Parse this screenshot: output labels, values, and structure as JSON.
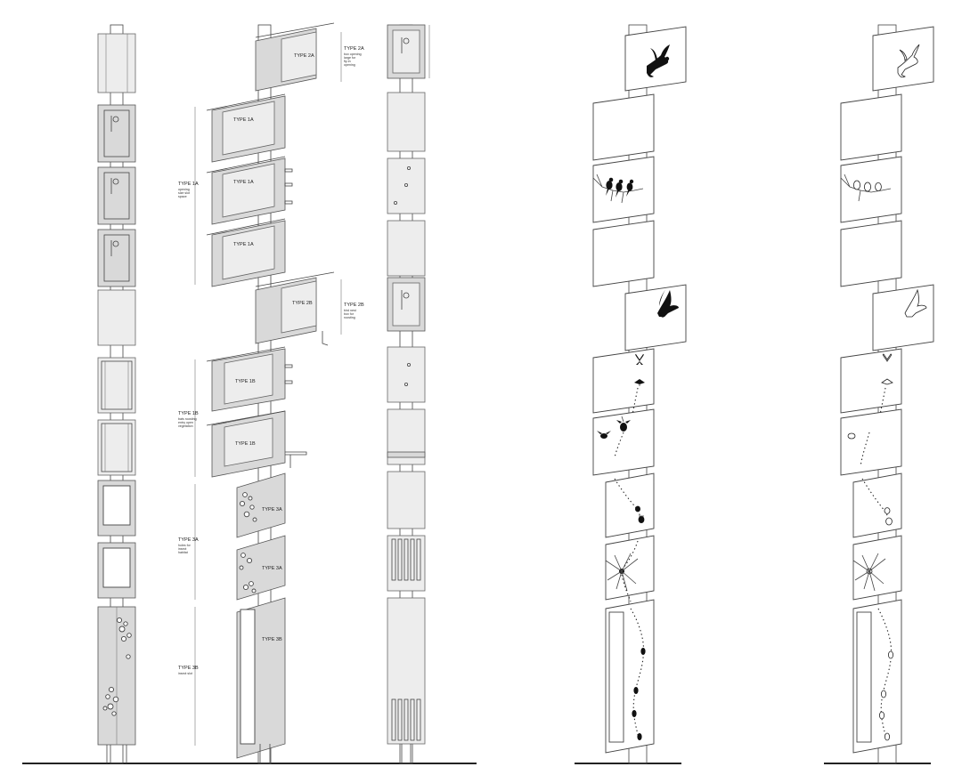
{
  "labels": {
    "type_1a": "TYPE 1A",
    "type_1b": "TYPE 1B",
    "type_2a": "TYPE 2A",
    "type_2b": "TYPE 2B",
    "type_3a": "TYPE 3A",
    "type_3b": "TYPE 3B",
    "note_2a": "box opening\nlarge for\nfly-in\nopening",
    "note_1a": "opening\nsize\nslot\nspace",
    "note_1b": "bats roosting\nentry\nopen\nvegetation",
    "note_2b": "bird nest\nbox for\nroosting",
    "note_3a": "holes\nfor insect\nhabitat",
    "note_3b": "insect\nslot"
  },
  "icons": {
    "bird_flying": "bird-flying-icon",
    "birds_on_branch": "birds-on-branch-icon",
    "bird_landing": "bird-landing-icon",
    "butterfly": "butterfly-icon",
    "moth": "moth-icon",
    "fly": "fly-icon",
    "bee": "bee-icon",
    "ladybug": "ladybug-icon",
    "spider": "spider-icon",
    "beetle": "beetle-icon",
    "ant": "ant-icon"
  },
  "colors": {
    "panel_gray": "#d9d9d9",
    "panel_light": "#ededed",
    "silhouette": "#111111",
    "line": "#444444"
  }
}
